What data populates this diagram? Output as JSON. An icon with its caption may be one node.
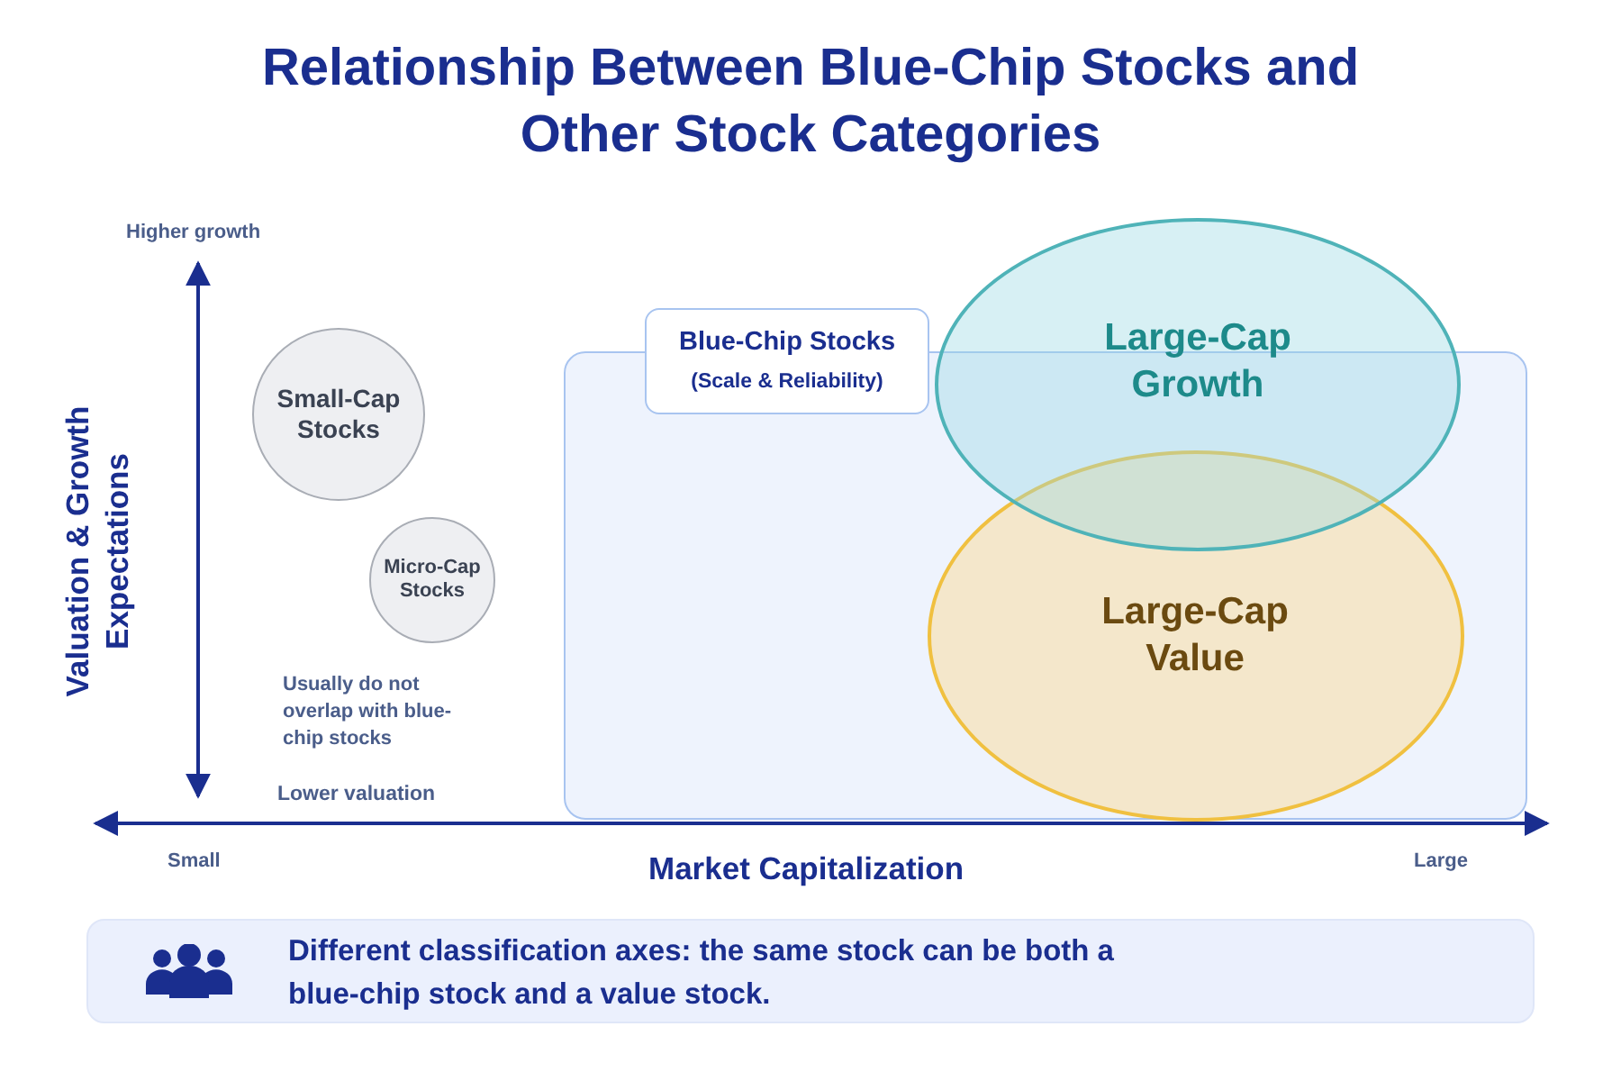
{
  "diagram": {
    "title": "Relationship Between Blue-Chip Stocks and Other Stock Categories",
    "nodes": [
      {
        "text": [
          "Blue-Chip Stocks",
          "(Scale & Reliability)"
        ]
      },
      {
        "text": [
          "Large-Cap Value"
        ],
        "in": 0
      },
      {
        "text": [
          "Large-Cap Growth"
        ]
      },
      {
        "text": [
          "Small-Cap Stocks"
        ]
      },
      {
        "text": [
          "Micro-Cap Stocks"
        ]
      },
      {
        "text": [
          "Different classification axes: the same stock can be both a blue-chip stock and a value stock."
        ]
      }
    ],
    "edges": [],
    "labels": [
      "Higher growth",
      "Valuation & Growth Expectations",
      "Usually do not overlap with blue-chip stocks",
      "Lower valuation",
      "Small",
      "Market Capitalization",
      "Large"
    ]
  }
}
